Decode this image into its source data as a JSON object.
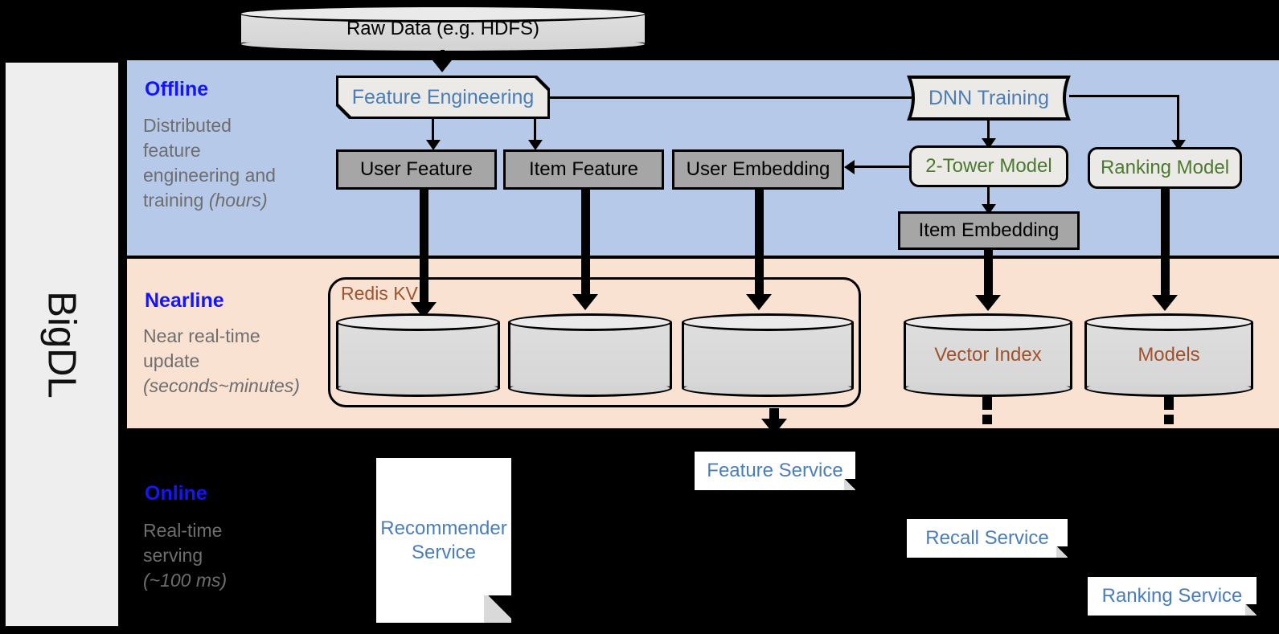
{
  "platform": {
    "name": "BigDL"
  },
  "source": {
    "label": "Raw Data (e.g. HDFS)"
  },
  "bands": {
    "offline": {
      "title": "Offline",
      "subtitle_lines": [
        "Distributed",
        "feature",
        "engineering and",
        "training "
      ],
      "subtitle_italic": "(hours)",
      "color": "#b6c9e8"
    },
    "nearline": {
      "title": "Nearline",
      "subtitle_lines": [
        "Near real-time",
        "update"
      ],
      "subtitle_italic": "(seconds~minutes)",
      "color": "#fae2d3"
    },
    "online": {
      "title": "Online",
      "subtitle_lines": [
        "Real-time",
        "serving"
      ],
      "subtitle_italic": "(~100 ms)",
      "color": "#000000"
    }
  },
  "offline_nodes": {
    "feature_engineering": "Feature Engineering",
    "dnn_training": "DNN Training",
    "user_feature": "User Feature",
    "item_feature": "Item Feature",
    "user_embedding": "User Embedding",
    "two_tower_model": "2-Tower Model",
    "ranking_model": "Ranking Model",
    "item_embedding": "Item Embedding"
  },
  "nearline_nodes": {
    "redis_group_label": "Redis KV",
    "store_user_feature": "",
    "store_item_feature": "",
    "store_user_embedding": "",
    "vector_index": "Vector Index",
    "models": "Models"
  },
  "online_nodes": {
    "recommender_service": "Recommender Service",
    "feature_service": "Feature Service",
    "recall_service": "Recall Service",
    "ranking_service": "Ranking Service"
  },
  "colors": {
    "band_title": "#1414ff",
    "band_subtitle": "#6e6e6e",
    "blue_text": "#4a7ebb",
    "green_text": "#4a7a2e",
    "brown_text": "#a0522d",
    "gray_box": "#a6a6a6",
    "process_box": "#eceae6",
    "offline_band": "#b6c9e8",
    "nearline_band": "#fae2d3",
    "online_band": "#000000",
    "rail": "#eeeeee"
  }
}
